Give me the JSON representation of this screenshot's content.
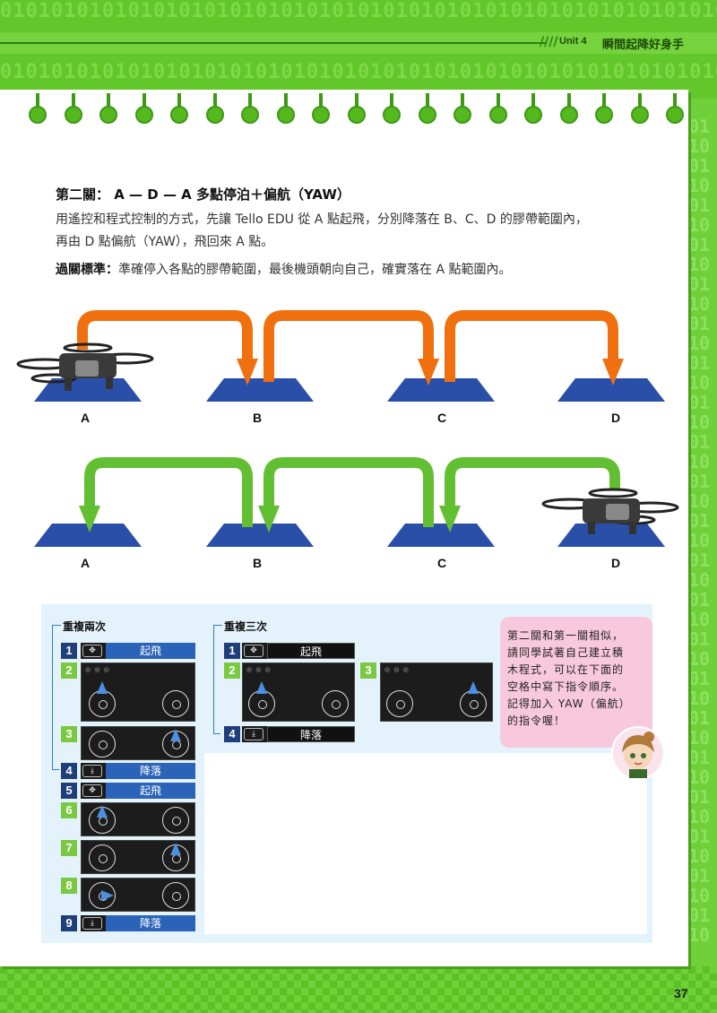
{
  "header": {
    "unit": "Unit 4",
    "unit_title": "瞬間起降好身手"
  },
  "page_number": "37",
  "stage": {
    "title": "第二關： A — D — A 多點停泊＋偏航（YAW）",
    "desc_line1": "用遙控和程式控制的方式，先讓 Tello EDU 從 A 點起飛，分別降落在 B、C、D 的膠帶範圍內，",
    "desc_line2": "再由 D 點偏航（YAW），飛回來 A 點。",
    "criteria_label": "過關標準：",
    "criteria_text": "準確停入各點的膠帶範圍，最後機頭朝向自己，確實落在 A 點範圍內。"
  },
  "diagram": {
    "row1_points": [
      "A",
      "B",
      "C",
      "D"
    ],
    "row2_points": [
      "A",
      "B",
      "C",
      "D"
    ],
    "colors": {
      "forward_arrow": "#f0700f",
      "return_arrow": "#62bf32",
      "pad": "#2a4fa8"
    }
  },
  "program": {
    "group1_label": "重複兩次",
    "group2_label": "重複三次",
    "col1_steps": [
      {
        "num": "1",
        "label": "起飛",
        "type": "cmd"
      },
      {
        "num": "2",
        "type": "screen"
      },
      {
        "num": "3",
        "type": "screen"
      },
      {
        "num": "4",
        "label": "降落",
        "type": "cmd"
      },
      {
        "num": "5",
        "label": "起飛",
        "type": "cmd"
      },
      {
        "num": "6",
        "type": "screen"
      },
      {
        "num": "7",
        "type": "screen"
      },
      {
        "num": "8",
        "type": "screen"
      },
      {
        "num": "9",
        "label": "降落",
        "type": "cmd"
      }
    ],
    "col2_steps": [
      {
        "num": "1",
        "label": "起飛",
        "type": "cmd"
      },
      {
        "num": "2",
        "type": "screen"
      },
      {
        "num": "3",
        "type": "screen"
      },
      {
        "num": "4",
        "label": "降落",
        "type": "cmd"
      }
    ]
  },
  "bubble": {
    "line1": "第二關和第一關相似，",
    "line2": "請同學試著自己建立積",
    "line3": "木程式，可以在下面的",
    "line4": "空格中寫下指令順序。",
    "line5": "記得加入 YAW（偏航）",
    "line6": "的指令喔！"
  }
}
